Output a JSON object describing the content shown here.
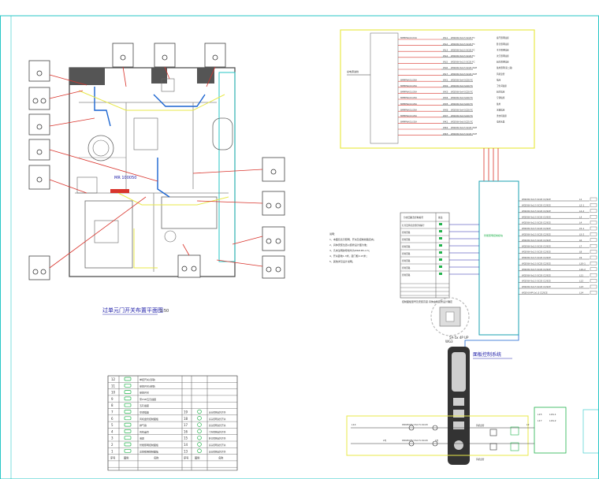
{
  "plan": {
    "room_label": "MR 100050",
    "title": "过单元门开关布置平面图",
    "scale": "1:50"
  },
  "panel_top": {
    "rows": [
      {
        "breaker": "8MMP6A/2L/10A",
        "code": "WL1",
        "cable": "WDZ-BV-3x2.5 SC20 FC",
        "load": "客厅照明插座"
      },
      {
        "breaker": "",
        "code": "WL2",
        "cable": "WDZ-BV-3x2.5 SC20 FC",
        "load": "卧室照明插座"
      },
      {
        "breaker": "",
        "code": "WL3",
        "cable": "WDZ-BV-3x2.5 SC20 FC",
        "load": "主卫照明插座"
      },
      {
        "breaker": "",
        "code": "WL4",
        "cable": "WDZ-BV-3x2.5 SC20 FC",
        "load": "次卫照明插座"
      },
      {
        "breaker": "",
        "code": "WL5",
        "cable": "WDZ-BV-3x2.5 SC20 FC",
        "load": "厨房照明插座"
      },
      {
        "breaker": "",
        "code": "WL6",
        "cable": "WDZ-BV-3x2.5 SC20 /SCE",
        "load": "备用照明(第二路)"
      },
      {
        "breaker": "",
        "code": "WL7",
        "cable": "WDZ-BV-3x2.5 SC20 /SCE",
        "load": "风机盘管"
      },
      {
        "breaker": "8MMP6A/2L/20A",
        "code": "WX1",
        "cable": "WDZ-BV-3x4 SC20 FC",
        "load": "插座"
      },
      {
        "breaker": "8MMP6A/2L/20A",
        "code": "WX2",
        "cable": "WDZ-BV-3x4 SC20 FC",
        "load": "卫生间插座"
      },
      {
        "breaker": "8MMP6A/2L/20A",
        "code": "WX3",
        "cable": "WDZ-BV-3x4 SC20 FC",
        "load": "厨房插座"
      },
      {
        "breaker": "8MMP6A/2L/20A",
        "code": "WX4",
        "cable": "WDZ-BV-3x4 SC20 FC",
        "load": "空调插座"
      },
      {
        "breaker": "8MMP6A/2L/20A",
        "code": "WX5",
        "cable": "WDZ-BV-3x4 SC20 FC",
        "load": "备用"
      },
      {
        "breaker": "8MMP6A/2L/20A",
        "code": "WX6",
        "cable": "WDZ-BV-3x4 SC20 FC",
        "load": "冰箱插座"
      },
      {
        "breaker": "8MMP6A/2L/20A",
        "code": "WX7",
        "cable": "WDZ-BV-3x4 SC20 FC",
        "load": "洗衣机插座"
      },
      {
        "breaker": "8MMP6A/2L/32A",
        "code": "WK1",
        "cable": "WDZ-BV-3x6 SC25 FC",
        "load": "电热水器"
      },
      {
        "breaker": "",
        "code": "WK2",
        "cable": "WDZ-BV-3x2.5 SC20 /SCE",
        "load": ""
      },
      {
        "breaker": "",
        "code": "WK3",
        "cable": "WDZ-BV-3x2.5 SC20 /SCE",
        "load": ""
      }
    ]
  },
  "right_list": {
    "rows": [
      {
        "cable": "WDZ-BV-3x2.5 SC20 CC/SCE",
        "code": "L1"
      },
      {
        "cable": "WDZ-BV-3x2.5 SC20 CC/SCE",
        "code": "L2-1"
      },
      {
        "cable": "WDZ-BV-3x2.5 SC20 CC/SCE",
        "code": "L2-2"
      },
      {
        "cable": "WDZ-BV-3x2.5 SC20 CC/SCE",
        "code": "L3"
      },
      {
        "cable": "WDZ-BV-3x2.5 SC20 CC/SCE",
        "code": "L4"
      },
      {
        "cable": "WDZ-BV-3x2.5 SC20 CC/SCE",
        "code": "L5-1"
      },
      {
        "cable": "WDZ-BV-3x2.5 SC20 CC/SCE",
        "code": "L5-2"
      },
      {
        "cable": "WDZ-BV-3x2.5 SC20 CC/SCE",
        "code": "L6"
      },
      {
        "cable": "WDZ-BV-3x2.5 SC20 CC/SCE",
        "code": "L7"
      },
      {
        "cable": "WDZ-BV-3x2.5 SC20 CC/SCE",
        "code": "L8"
      },
      {
        "cable": "WDZ-BV-3x2.5 SC20 CC/SCE",
        "code": "L9"
      },
      {
        "cable": "WDZ-BV-3x2.5 SC20 CC/SCE",
        "code": "L10-1"
      },
      {
        "cable": "WDZ-BV-3x2.5 SC20 CC/SCE",
        "code": "L10-2"
      },
      {
        "cable": "WDZ-BV-3x2.5 SC20 CC/SCE",
        "code": "L11"
      },
      {
        "cable": "WDZ-BV-3x2.5 SC20 CC/SCE",
        "code": "L12"
      },
      {
        "cable": "WDZ-BV-3x2.5 SC20 CC/SCE",
        "code": "L13"
      },
      {
        "cable": "WDZ-KVVP-2x1.5 CC/SCE",
        "code": "L14"
      }
    ]
  },
  "controller": {
    "label": "智能照明控制模块",
    "bus_label": "5A-5x 4P UP",
    "notes": [
      "说明：",
      "1、本图仅表示照明、开关及控制线路走向；",
      "2、具体安装位置以装修设计图为准；",
      "3、凡未注明的导线均为WDZ-BV-2.5；",
      "4、开关距地1.3米，距门框0.15米；",
      "5、其他详见设计说明。"
    ],
    "table_header": [
      "分支回路及控制编号",
      "备注"
    ],
    "table_rows": [
      "灯具及风机盘管控制编号",
      "控制回路",
      "控制回路",
      "控制回路",
      "控制回路",
      "控制回路",
      "控制回路",
      "控制回路"
    ],
    "footer_note": "控制面板型号及安装高度  具体由精装修设计确定"
  },
  "switch_section": {
    "title": "面板控制系统",
    "panel_label": "WG3",
    "left_code": "L14",
    "right_code": "L2",
    "cable1": "WDZN-BV-3x2.5-SC20",
    "cable2": "WDZN-BV-3x2.5-SC20",
    "tag1": "LFJ",
    "tag2": "LFJ",
    "small_label_1": "风机盘管",
    "small_label_2": "风机盘管",
    "box_labels": [
      "L15",
      "L16-1",
      "L17",
      "L16-2"
    ]
  },
  "legend": {
    "header": [
      "序号",
      "图例",
      "名称",
      "序号",
      "图例",
      "名称"
    ],
    "left_rows": [
      {
        "n": "12",
        "name": "单控开关(双联)"
      },
      {
        "n": "11",
        "name": "单控开关(单联)"
      },
      {
        "n": "10",
        "name": "单控开关"
      },
      {
        "n": "9",
        "name": "带USB五孔插座"
      },
      {
        "n": "8",
        "name": "五孔插座"
      },
      {
        "n": "7",
        "name": "空调插座"
      },
      {
        "n": "6",
        "name": "风机盘管控制面板"
      },
      {
        "n": "5",
        "name": "排气扇"
      },
      {
        "n": "4",
        "name": "风机盘管"
      },
      {
        "n": "3",
        "name": "浴霸"
      },
      {
        "n": "2",
        "name": "智能照明控制面板"
      },
      {
        "n": "1",
        "name": "总控照明控制面板"
      }
    ],
    "right_rows": [
      {
        "n": "19",
        "name": "床头照明双控开关"
      },
      {
        "n": "18",
        "name": "床头照明双控开关"
      },
      {
        "n": "17",
        "name": "床头照明双控开关"
      },
      {
        "n": "16",
        "name": "门厅照明双控开关"
      },
      {
        "n": "15",
        "name": "卧室照明双控开关"
      },
      {
        "n": "14",
        "name": "床头照明双控开关"
      },
      {
        "n": "13",
        "name": "床头照明双控开关"
      }
    ]
  },
  "colors": {
    "border": "#26c6c6",
    "frame": "#e8e84a",
    "wire_red": "#d9342c",
    "wire_blue": "#1a64d0",
    "text_blue": "#2222aa",
    "green": "#22b24c",
    "dark": "#333333"
  }
}
